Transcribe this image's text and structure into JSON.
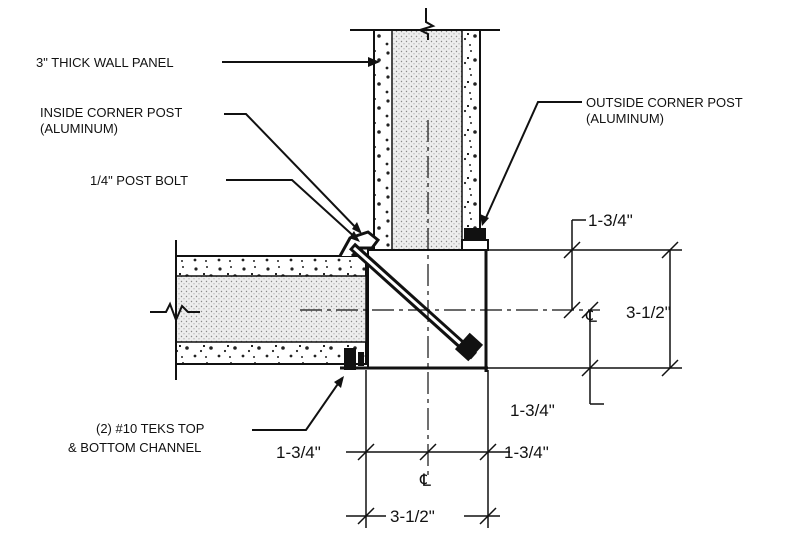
{
  "labels": {
    "wall_panel": "3\" THICK WALL PANEL",
    "inside_post_1": "INSIDE CORNER POST",
    "inside_post_2": "(ALUMINUM)",
    "outside_post_1": "OUTSIDE CORNER POST",
    "outside_post_2": "(ALUMINUM)",
    "post_bolt": "1/4\" POST BOLT",
    "teks_1": "(2) #10 TEKS TOP",
    "teks_2": "& BOTTOM CHANNEL"
  },
  "dimensions": {
    "right_top": "1-3/4\"",
    "right_total": "3-1/2\"",
    "right_bottom": "1-3/4\"",
    "bottom_left": "1-3/4\"",
    "bottom_right": "1-3/4\"",
    "bottom_total": "3-1/2\""
  },
  "centerline_symbol": "℄"
}
